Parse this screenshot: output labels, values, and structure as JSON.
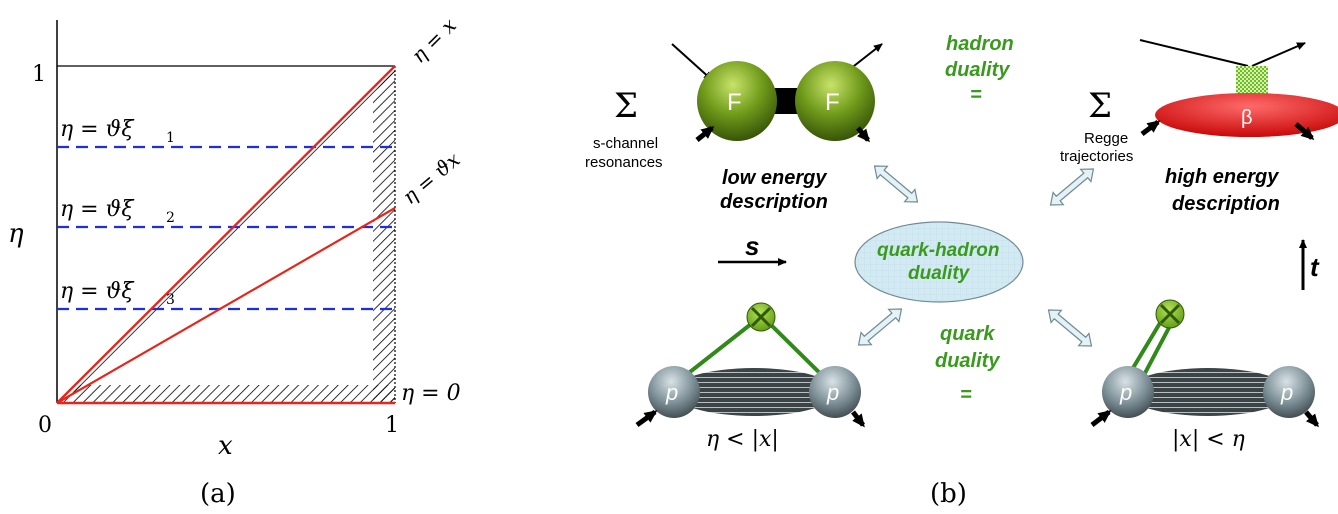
{
  "panel_a": {
    "caption": "(a)",
    "y_axis_label": "η",
    "x_axis_label": "x",
    "tick_y_one": "1",
    "tick_origin": "0",
    "tick_x_one": "1",
    "line_labels": {
      "eta_eq_x": "η = x",
      "eta_eq_theta_x": "η = ϑx",
      "eta_eq_zero": "η = 0",
      "xi1": "η = ϑξ",
      "xi1_sub": "1",
      "xi2": "η = ϑξ",
      "xi2_sub": "2",
      "xi3": "η = ϑξ",
      "xi3_sub": "3"
    },
    "colors": {
      "diagonal": "#e8251b",
      "dashed": "#1f2fe0",
      "hatch": "#000000"
    }
  },
  "panel_b": {
    "caption": "(b)",
    "center_label_1": "quark-hadron",
    "center_label_2": "duality",
    "hadron_duality_1": "hadron",
    "hadron_duality_2": "duality",
    "hadron_eq": "=",
    "quark_duality_1": "quark",
    "quark_duality_2": "duality",
    "quark_eq": "=",
    "sum_symbol_left": "Σ",
    "sum_symbol_right": "Σ",
    "s_channel_1": "s-channel",
    "s_channel_2": "resonances",
    "regge_1": "Regge",
    "regge_2": "trajectories",
    "low_energy_1": "low energy",
    "low_energy_2": "description",
    "high_energy_1": "high energy",
    "high_energy_2": "description",
    "f_left": "F",
    "f_right": "F",
    "beta": "β",
    "s_arrow_label": "s",
    "t_arrow_label": "t",
    "p_labels": [
      "p",
      "p",
      "p",
      "p"
    ],
    "cond_left": "η < |x|",
    "cond_right": "|x| < η",
    "colors": {
      "green_text": "#3a9a1e",
      "beta_blob": "#e01818",
      "ellipse": "#d3eaf2"
    }
  }
}
